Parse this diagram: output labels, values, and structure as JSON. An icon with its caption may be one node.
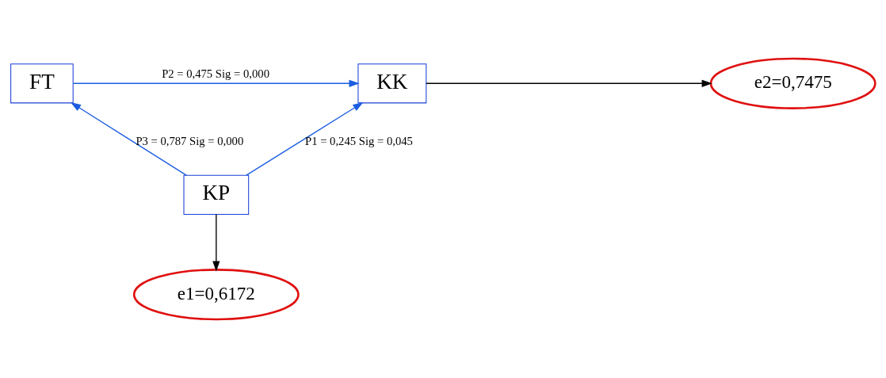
{
  "diagram": {
    "nodes": [
      {
        "text": [
          "FT"
        ]
      },
      {
        "text": [
          "KK"
        ]
      },
      {
        "text": [
          "e2=0,7475"
        ]
      },
      {
        "text": [
          "KP"
        ]
      },
      {
        "text": [
          "e1=0,6172"
        ]
      }
    ],
    "edges": [
      {
        "from": 0,
        "to": 1,
        "arrow": "to",
        "label": "P2 = 0,475 Sig = 0,000"
      },
      {
        "from": 1,
        "to": 2,
        "arrow": "to",
        "color": "#000000"
      },
      {
        "from": 3,
        "to": 0,
        "arrow": "to",
        "label": "P3 = 0,787 Sig = 0,000"
      },
      {
        "from": 3,
        "to": 1,
        "arrow": "to",
        "label": "P1 = 0,245 Sig = 0,045"
      },
      {
        "from": 3,
        "to": 4,
        "arrow": "to",
        "color": "#000000"
      }
    ]
  }
}
